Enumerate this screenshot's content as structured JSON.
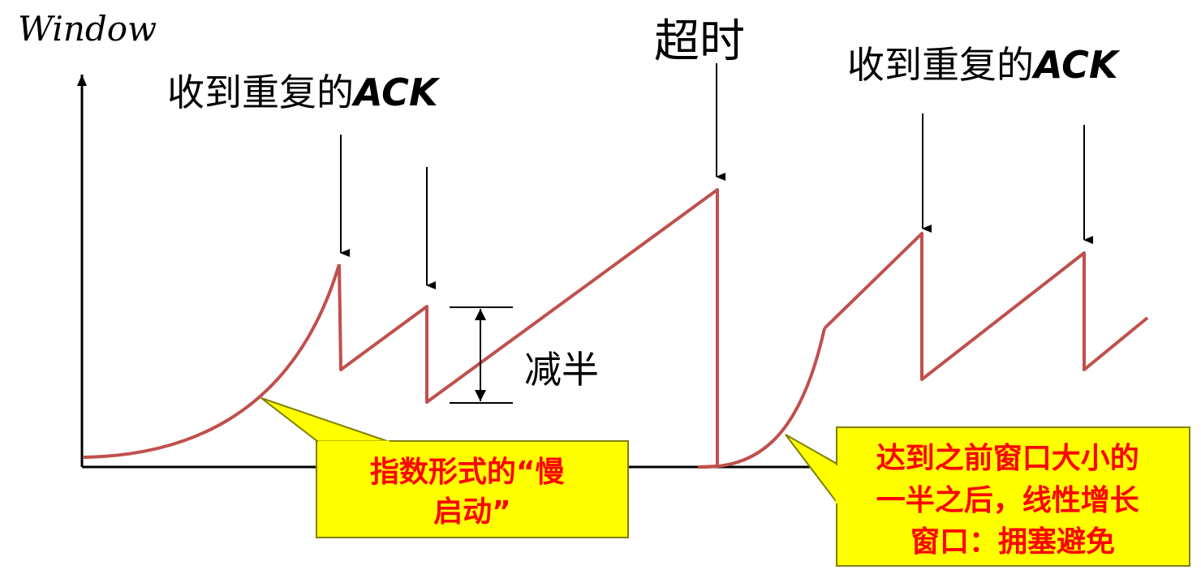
{
  "y_axis_label": "Window",
  "labels": {
    "dup_ack_left_prefix": "收到重复的",
    "dup_ack_left_suffix": "ACK",
    "dup_ack_right_prefix": "收到重复的",
    "dup_ack_right_suffix": "ACK",
    "timeout": "超时",
    "halve": "减半"
  },
  "callouts": {
    "slow_start": [
      "指数形式的“慢",
      "启动”"
    ],
    "congestion_avoidance": [
      "达到之前窗口大小的",
      "一半之后，线性增长",
      "窗口：拥塞避免"
    ]
  },
  "colors": {
    "curve": "#c0504d",
    "axis": "#000000",
    "callout_fill": "#ffff00",
    "callout_stroke": "#808000",
    "callout_text": "#ff0000"
  }
}
